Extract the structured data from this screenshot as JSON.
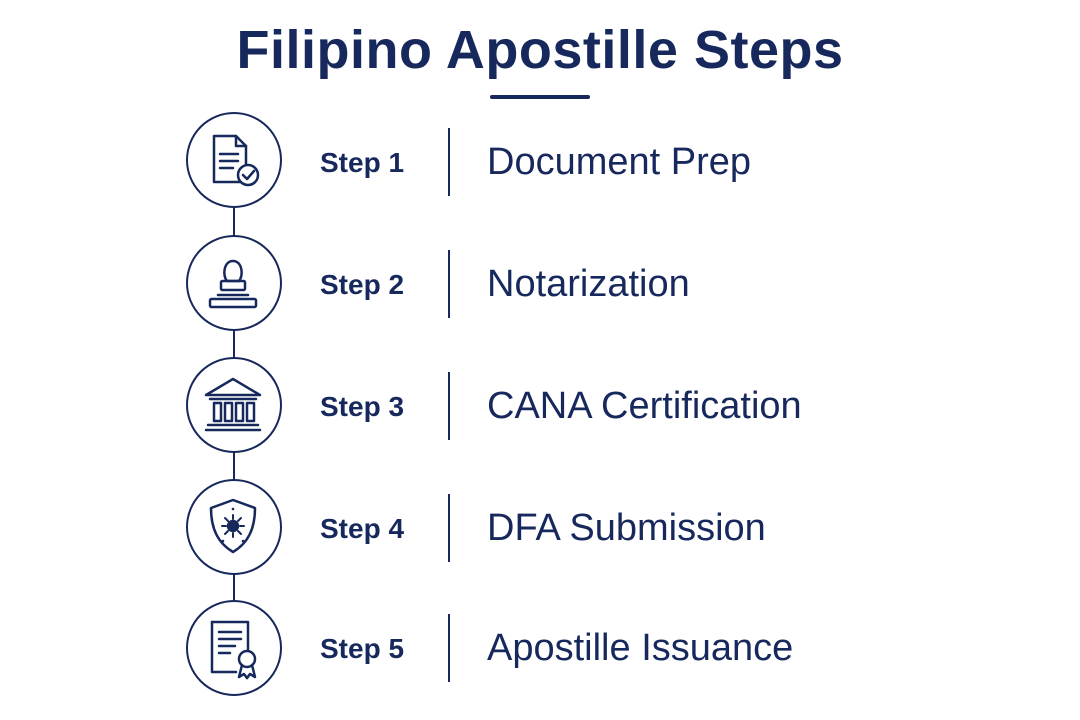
{
  "title": "Filipino Apostille Steps",
  "colors": {
    "primary": "#17285c",
    "background": "#ffffff"
  },
  "steps": [
    {
      "label": "Step 1",
      "name": "Document Prep",
      "icon": "document-check-icon"
    },
    {
      "label": "Step 2",
      "name": "Notarization",
      "icon": "rubber-stamp-icon"
    },
    {
      "label": "Step 3",
      "name": "CANA Certification",
      "icon": "government-building-icon"
    },
    {
      "label": "Step 4",
      "name": "DFA Submission",
      "icon": "shield-sun-emblem-icon"
    },
    {
      "label": "Step 5",
      "name": "Apostille Issuance",
      "icon": "certificate-ribbon-icon"
    }
  ]
}
